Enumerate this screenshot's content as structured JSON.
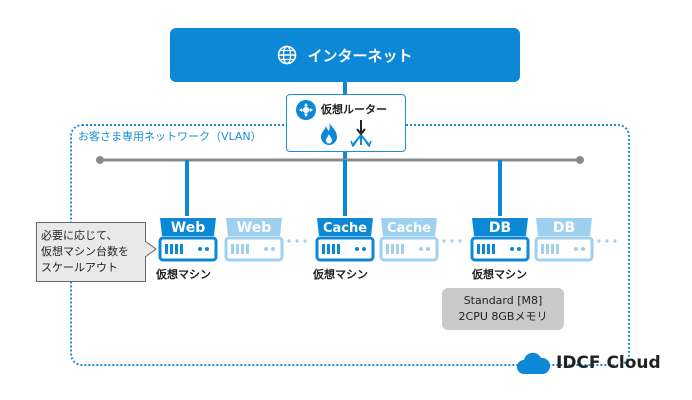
{
  "internet": {
    "label": "インターネット",
    "icon": "globe-icon"
  },
  "router": {
    "label": "仮想ルーター",
    "icons": [
      "router-icon",
      "firewall-icon",
      "load-balancer-icon"
    ]
  },
  "vlan": {
    "label": "お客さま専用ネットワーク（VLAN）"
  },
  "groups": [
    {
      "server_label": "Web",
      "ghost_label": "Web",
      "vm_label": "仮想マシン"
    },
    {
      "server_label": "Cache",
      "ghost_label": "Cache",
      "vm_label": "仮想マシン"
    },
    {
      "server_label": "DB",
      "ghost_label": "DB",
      "vm_label": "仮想マシン"
    }
  ],
  "note": {
    "lines": [
      "必要に応じて、",
      "仮想マシン台数を",
      "スケールアウト"
    ]
  },
  "spec": {
    "lines": [
      "Standard [M8]",
      "2CPU 8GBメモリ"
    ]
  },
  "brand": {
    "name": "IDCF Cloud",
    "icon": "cloud-icon"
  },
  "colors": {
    "primary": "#0d88d6",
    "ghost": "#9fd0f0",
    "line": "#8a8a8a",
    "note_bg": "#e9e9e9",
    "spec_bg": "#c9c9c9"
  }
}
